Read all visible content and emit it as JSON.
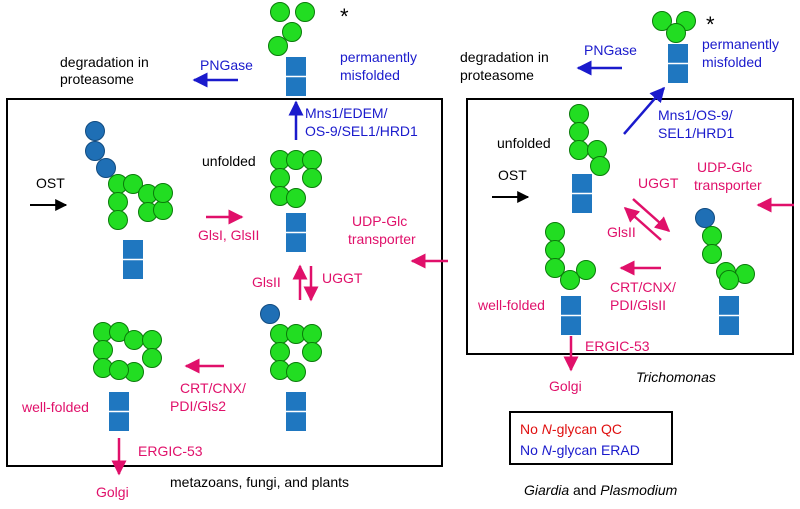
{
  "colors": {
    "blue_text": "#1a1acc",
    "pink": "#e0106a",
    "red": "#e01010",
    "mannose": "#22dd22",
    "glucose": "#1f6fb5",
    "glcnac": "#1f77c0",
    "arrow_black": "#000000"
  },
  "left_panel": {
    "caption": "metazoans, fungi, and plants",
    "ost": "OST",
    "unfolded": "unfolded",
    "enzymes_glucosidase": "GlsI, GlsII",
    "udp_glc_line1": "UDP-Glc",
    "udp_glc_line2": "transporter",
    "glsii": "GlsII",
    "uggt": "UGGT",
    "crt_line1": "CRT/CNX/",
    "crt_line2": "PDI/Gls2",
    "well_folded": "well-folded",
    "ergic": "ERGIC-53",
    "golgi": "Golgi",
    "erad_line1": "Mns1/EDEM/",
    "erad_line2": "OS-9/SEL1/HRD1",
    "degradation_line1": "degradation in",
    "degradation_line2": "proteasome",
    "pngase": "PNGase",
    "misfolded_line1": "permanently",
    "misfolded_line2": "misfolded",
    "asterisk": "*"
  },
  "right_panel": {
    "caption": "Trichomonas",
    "ost": "OST",
    "unfolded": "unfolded",
    "uggt": "UGGT",
    "glsii": "GlsII",
    "udp_glc_line1": "UDP-Glc",
    "udp_glc_line2": "transporter",
    "crt_line1": "CRT/CNX/",
    "crt_line2": "PDI/GlsII",
    "well_folded": "well-folded",
    "ergic": "ERGIC-53",
    "golgi": "Golgi",
    "erad_line1": "Mns1/OS-9/",
    "erad_line2": "SEL1/HRD1",
    "degradation_line1": "degradation in",
    "degradation_line2": "proteasome",
    "pngase": "PNGase",
    "misfolded_line1": "permanently",
    "misfolded_line2": "misfolded",
    "asterisk": "*"
  },
  "giardia_box": {
    "line1_pre": "No ",
    "line1_italic": "N",
    "line1_post": "-glycan QC",
    "line2_pre": "No ",
    "line2_italic": "N",
    "line2_post": "-glycan ERAD",
    "caption_italic1": "Giardia",
    "caption_mid": " and ",
    "caption_italic2": "Plasmodium"
  }
}
